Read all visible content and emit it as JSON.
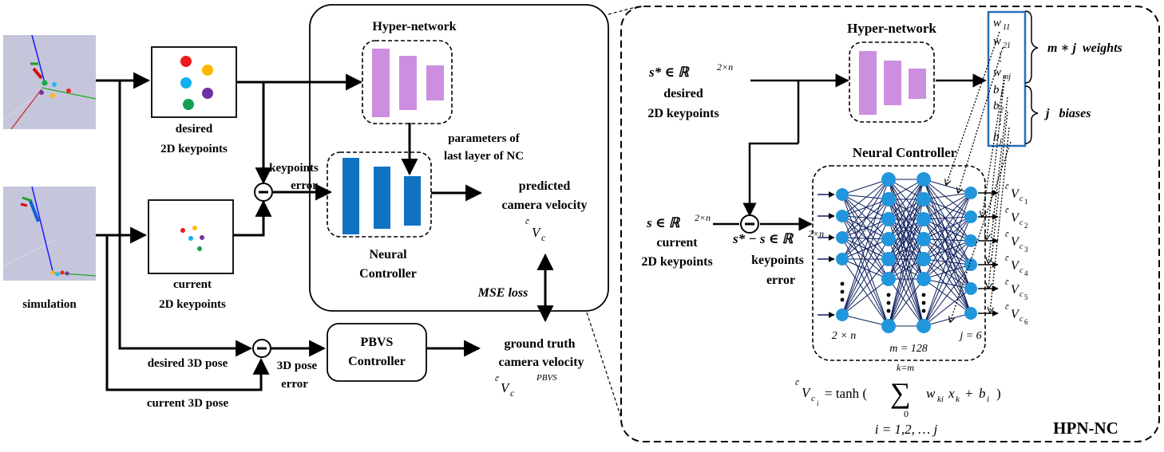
{
  "colors": {
    "purple": "#cc8fe0",
    "blue": "#1272c2",
    "node": "#2196dd",
    "net_line": "#0d1f5c",
    "highlight": "#2a6ebb",
    "sim_bg": "#c5c5dc"
  },
  "left": {
    "sim_label": "simulation",
    "desired_kp_label": [
      "desired",
      "2D keypoints"
    ],
    "current_kp_label": [
      "current",
      "2D keypoints"
    ],
    "desired_pose": "desired 3D pose",
    "current_pose": "current 3D pose",
    "kp_error": [
      "keypoints",
      "error"
    ],
    "pose_error": [
      "3D pose",
      "error"
    ],
    "hypernet_title": "Hyper-network",
    "params_label": [
      "parameters of",
      "last layer of NC"
    ],
    "nc_label": [
      "Neural",
      "Controller"
    ],
    "pred_vel": [
      "predicted",
      "camera velocity"
    ],
    "pred_vel_sym": "V",
    "pred_vel_sup": "c̄",
    "pred_vel_sub": "c",
    "mse": "MSE loss",
    "pbvs": [
      "PBVS",
      "Controller"
    ],
    "gt_vel": [
      "ground truth",
      "camera velocity"
    ],
    "gt_vel_sym": "V",
    "gt_vel_sub": "c",
    "gt_vel_sup": "PBVS"
  },
  "right": {
    "hypernet_title": "Hyper-network",
    "sstar_math": "s* ∈ ℝ",
    "sstar_exp": "2×n",
    "desired_label": [
      "desired",
      "2D keypoints"
    ],
    "s_math": "s ∈ ℝ",
    "s_exp": "2×n",
    "current_label": [
      "current",
      "2D keypoints"
    ],
    "diff_math": "s* − s ∈ ℝ",
    "diff_exp": "2×n",
    "kp_error": [
      "keypoints",
      "error"
    ],
    "nc_title": "Neural Controller",
    "weights": [
      "w11",
      "w21",
      "⋮",
      "wmj",
      "b1",
      "b2",
      "⋮",
      "bj"
    ],
    "weights_label": "m ∗ j  weights",
    "biases_label": "j   biases",
    "outputs": [
      "Vc1",
      "Vc2",
      "Vc3",
      "Vc4",
      "Vc5",
      "Vc6"
    ],
    "layer_input": "2 × n",
    "layer_hidden": "m = 128",
    "layer_output": "j = 6",
    "formula": "Vci = tanh ( Σ wki xk + bi )",
    "formula_top": "k=m",
    "formula_bottom": "0",
    "index_line": "i = 1,2, … j",
    "hpn_label": "HPN-NC"
  }
}
